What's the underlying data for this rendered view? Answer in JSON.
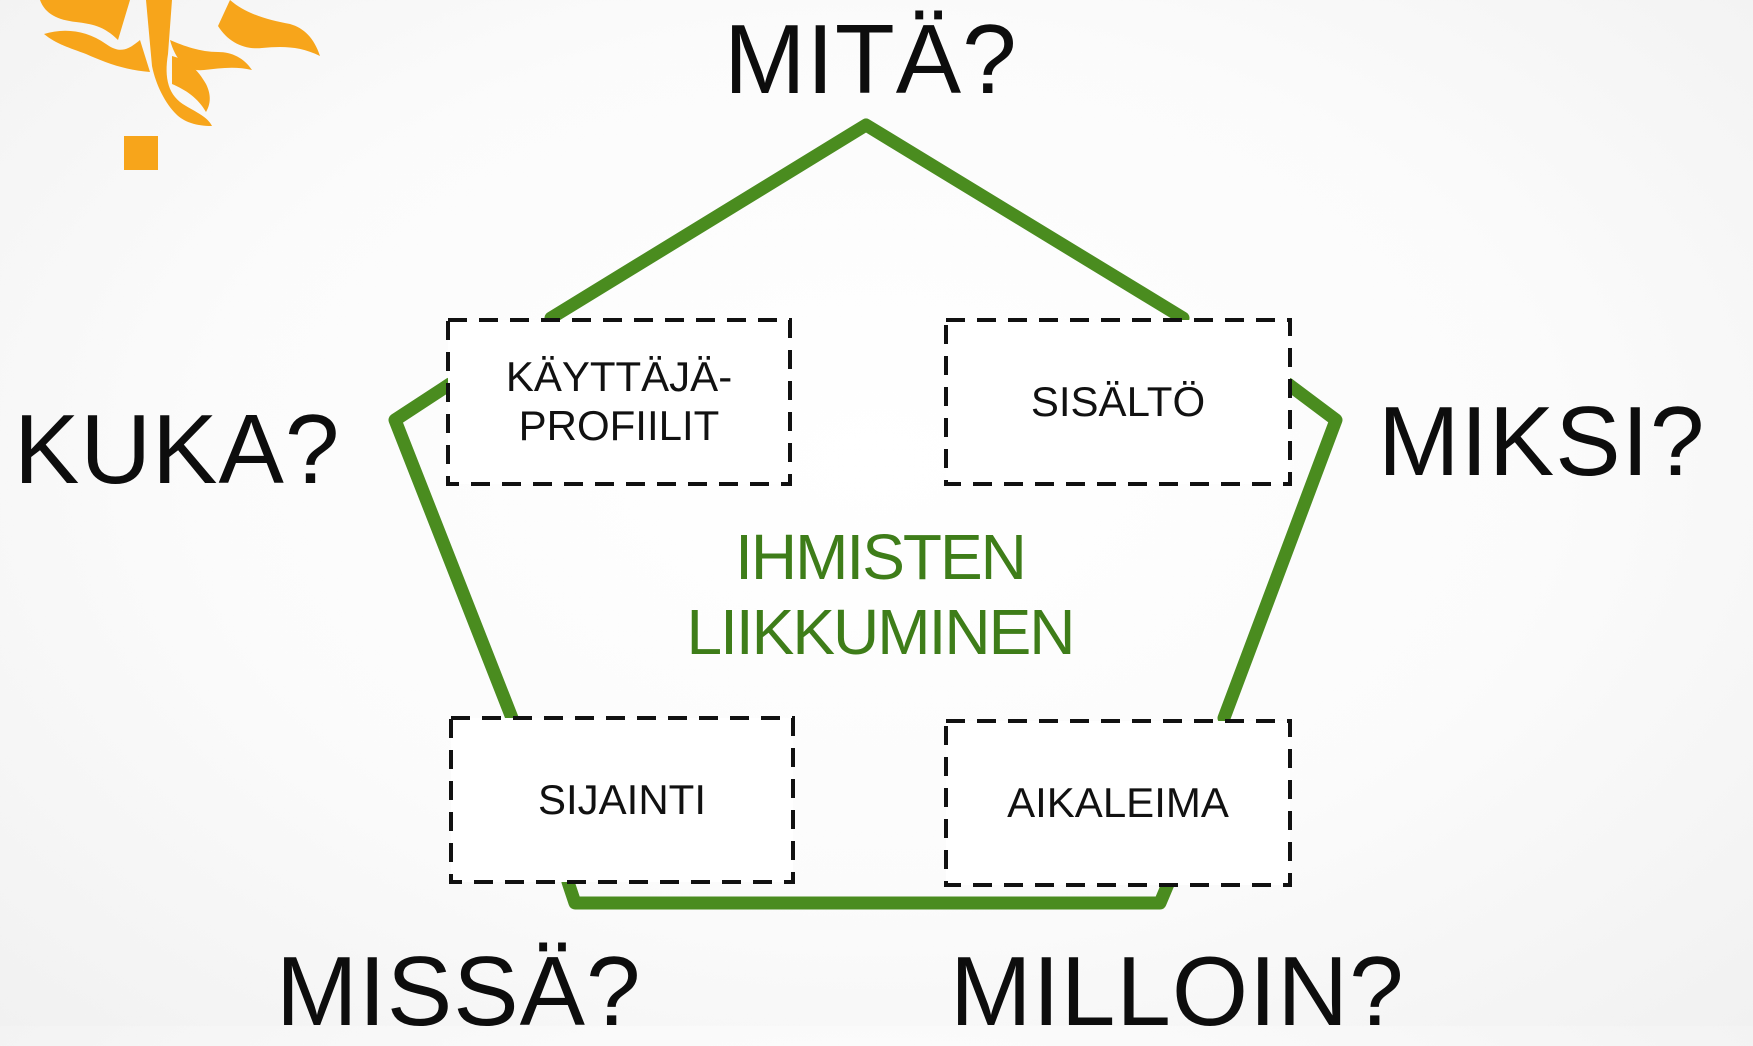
{
  "questions": {
    "mita": "MITÄ?",
    "kuka": "KUKA?",
    "miksi": "MIKSI?",
    "missa": "MISSÄ?",
    "milloin": "MILLOIN?"
  },
  "boxes": {
    "users": [
      "KÄYTTÄJÄ-",
      "PROFIILIT"
    ],
    "content": "SISÄLTÖ",
    "place": "SIJAINTI",
    "time": "AIKALEIMA"
  },
  "center": {
    "line1": "IHMISTEN",
    "line2": "LIIKKUMINEN"
  },
  "colors": {
    "pentagon": "#4a8c1f",
    "center_text": "#3e7d19",
    "logo": "#f7a51b",
    "dashes": "#111111"
  },
  "icons": {
    "logo": "flame-logo-icon"
  }
}
